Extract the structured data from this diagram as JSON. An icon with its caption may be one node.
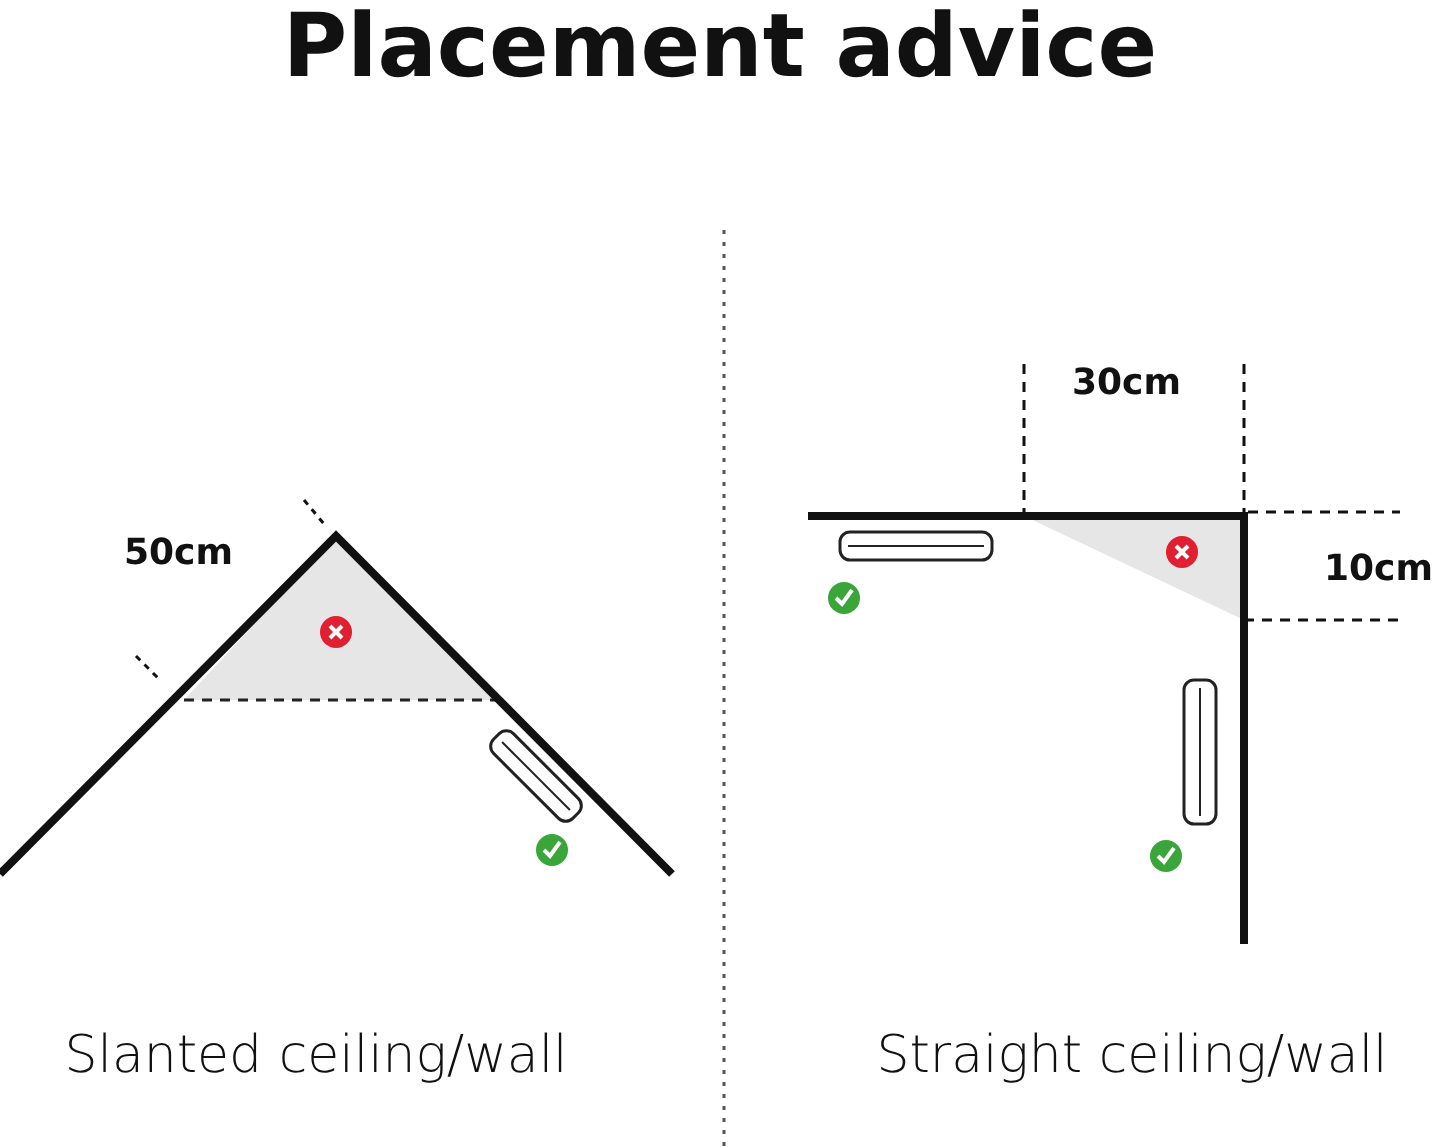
{
  "diagram": {
    "title": "Placement advice",
    "labels": [
      "50cm",
      "30cm",
      "10cm",
      "Slanted ceiling/wall",
      "Straight ceiling/wall"
    ]
  }
}
